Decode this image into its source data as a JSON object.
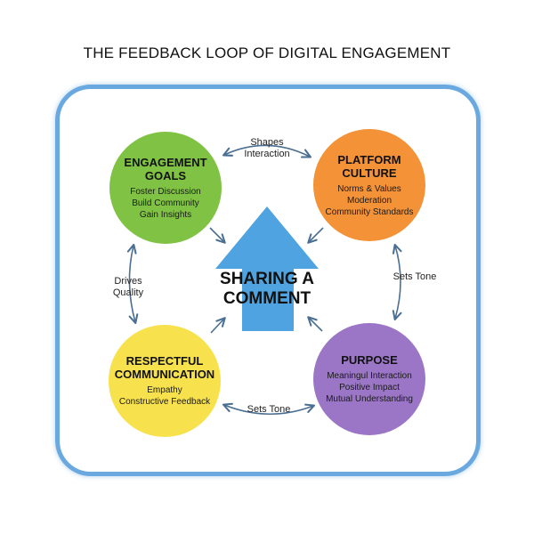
{
  "title": "THE FEEDBACK LOOP OF DIGITAL ENGAGEMENT",
  "center": {
    "line1": "SHARING A",
    "line2": "COMMENT"
  },
  "nodes": {
    "goals": {
      "title_line1": "ENGAGEMENT",
      "title_line2": "GOALS",
      "items": [
        "Foster Discussion",
        "Build Community",
        "Gain Insights"
      ]
    },
    "culture": {
      "title_line1": "PLATFORM",
      "title_line2": "CULTURE",
      "items": [
        "Norms & Values",
        "Moderation",
        "Community Standards"
      ]
    },
    "respect": {
      "title_line1": "RESPECTFUL",
      "title_line2": "COMMUNICATION",
      "items": [
        "Empathy",
        "Constructive Feedback"
      ]
    },
    "purpose": {
      "title_line1": "PURPOSE",
      "items": [
        "Meaningul Interaction",
        "Positive Impact",
        "Mutual Understanding"
      ]
    }
  },
  "edges": {
    "top": {
      "line1": "Shapes",
      "line2": "Interaction"
    },
    "left": {
      "line1": "Drives",
      "line2": "Quality"
    },
    "right": "Sets Tone",
    "bottom": "Sets Tone"
  },
  "colors": {
    "frame": "#6aa9df",
    "arrow": "#4ea3e0",
    "connector": "#4a6f92",
    "goals": "#80c344",
    "culture": "#f39237",
    "respect": "#f7e14d",
    "purpose": "#9b76c6"
  }
}
